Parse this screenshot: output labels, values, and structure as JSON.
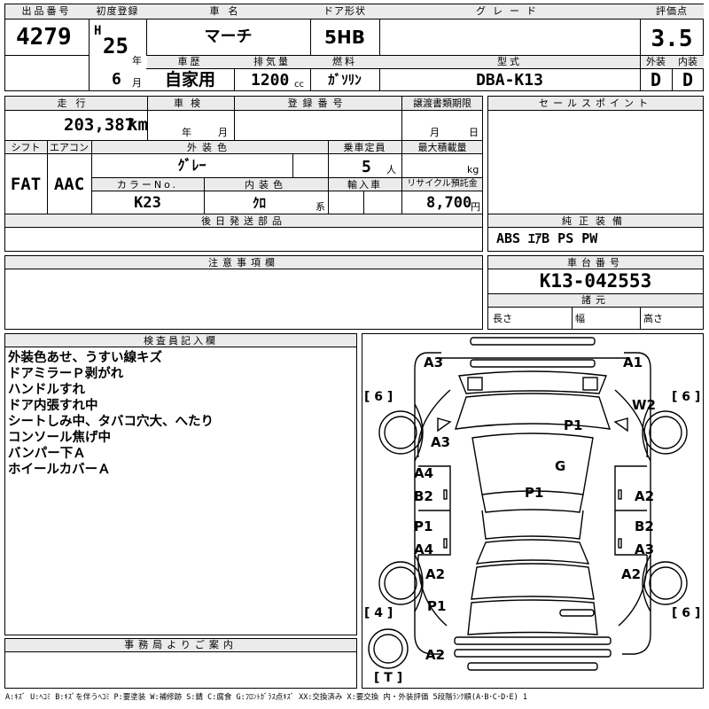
{
  "header": {
    "lot_label": "出品番号",
    "lot_value": "4279",
    "first_reg_label": "初度登録",
    "era": "H",
    "year": "25",
    "year_unit": "年",
    "month": "6",
    "month_unit": "月",
    "model_label": "車名",
    "model_value": "マーチ",
    "door_label": "ドア形状",
    "door_value": "5HB",
    "grade_label": "グレード",
    "grade_value": "",
    "score_label": "評価点",
    "score_value": "3.5",
    "exterior_label": "外装",
    "exterior_value": "D",
    "interior_label": "内装",
    "interior_value": "D",
    "history_label": "車歴",
    "history_value": "自家用",
    "displacement_label": "排気量",
    "displacement_value": "1200",
    "displacement_unit": "cc",
    "fuel_label": "燃料",
    "fuel_value": "ｶﾞｿﾘﾝ",
    "type_label": "型式",
    "type_value": "DBA-K13"
  },
  "mid": {
    "mileage_label": "走行",
    "mileage_value": "203,387",
    "mileage_unit": "km",
    "inspection_label": "車検",
    "inspection_year": "年",
    "inspection_month": "月",
    "regno_label": "登録番号",
    "regno_value": "",
    "transfer_label": "譲渡書類期限",
    "transfer_month": "月",
    "transfer_day": "日",
    "sales_label": "セールスポイント",
    "shift_label": "シフト",
    "shift_value": "FAT",
    "ac_label": "エアコン",
    "ac_value": "AAC",
    "exterior_color_label": "外装色",
    "exterior_color_value": "ｸﾞﾚｰ",
    "capacity_label": "乗車定員",
    "capacity_value": "5",
    "capacity_unit": "人",
    "load_label": "最大積載量",
    "load_unit": "kg",
    "color_no_label": "カラーNo.",
    "color_no_value": "K23",
    "interior_color_label": "内装色",
    "interior_color_value": "ｸﾛ",
    "interior_color_unit": "系",
    "import_label": "輸入車",
    "recycle_label": "リサイクル預託金",
    "recycle_value": "8,700",
    "recycle_unit": "円",
    "later_parts_label": "後日発送部品",
    "equipment_label": "純正装備",
    "equipment_value": "ABS ｴｱB PS PW",
    "caution_label": "注意事項欄",
    "chassis_label": "車台番号",
    "chassis_value": "K13-042553",
    "spec_label": "諸元",
    "length_label": "長さ",
    "width_label": "幅",
    "height_label": "高さ"
  },
  "inspector": {
    "label": "検査員記入欄",
    "notes": [
      "外装色あせ、うすい線キズ",
      "ドアミラーＰ剥がれ",
      "ハンドルすれ",
      "ドア内張すれ中",
      "シートしみ中、タバコ穴大、へたり",
      "コンソール焦げ中",
      "バンパー下Ａ",
      "ホイールカバーＡ"
    ]
  },
  "office": {
    "label": "事務局よりご案内"
  },
  "diagram": {
    "marks": [
      "A3",
      "A1",
      "W2",
      "P1",
      "A3",
      "G",
      "A4",
      "P1",
      "B2",
      "A2",
      "P1",
      "B2",
      "A4",
      "A3",
      "A2",
      "A2",
      "P1",
      "A2"
    ],
    "tire_left_front": "[ 6 ]",
    "tire_right_front": "[ 6 ]",
    "tire_left_rear": "[ 4 ]",
    "tire_right_rear": "[ 6 ]",
    "spare": "[ T ]"
  },
  "legend": "A:ｷｽﾞ U:ﾍｺﾐ B:ｷｽﾞを伴うﾍｺﾐ P:要塗装 W:補修跡 S:錆 C:腐食 G:ﾌﾛﾝﾄｶﾞﾗｽ点ｷｽﾞ XX:交換済み X:要交換 内・外装評価 5段階ﾗﾝｸ順(A･B･C･D･E) 1"
}
